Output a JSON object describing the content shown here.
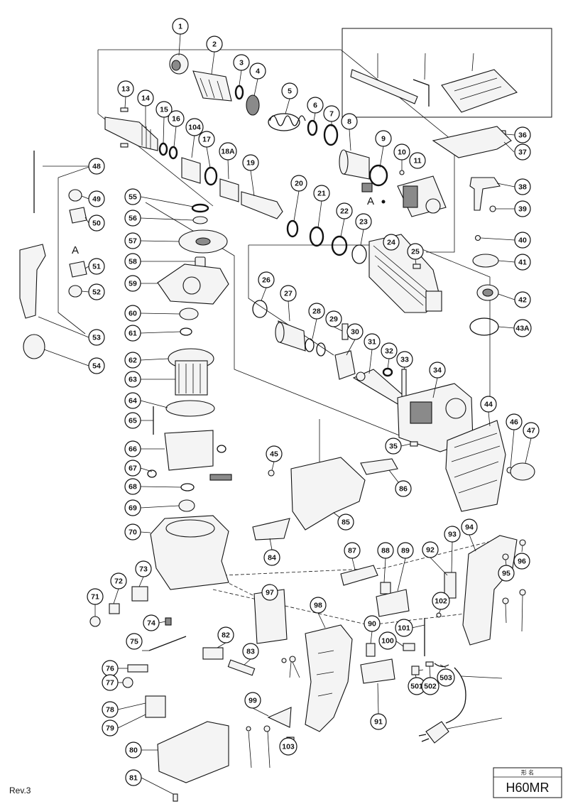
{
  "model": {
    "caption_jp": "形 名",
    "name": "H60MR"
  },
  "revision": "Rev.3",
  "marker_a": "A",
  "callouts": [
    "1",
    "2",
    "3",
    "4",
    "5",
    "6",
    "7",
    "8",
    "9",
    "10",
    "11",
    "13",
    "14",
    "15",
    "16",
    "104",
    "17",
    "18A",
    "19",
    "20",
    "21",
    "22",
    "23",
    "24",
    "25",
    "26",
    "27",
    "28",
    "29",
    "30",
    "31",
    "32",
    "33",
    "34",
    "35",
    "36",
    "37",
    "38",
    "39",
    "40",
    "41",
    "42",
    "43A",
    "44",
    "45",
    "46",
    "47",
    "48",
    "49",
    "50",
    "51",
    "52",
    "53",
    "54",
    "55",
    "56",
    "57",
    "58",
    "59",
    "60",
    "61",
    "62",
    "63",
    "64",
    "65",
    "66",
    "67",
    "68",
    "69",
    "70",
    "71",
    "72",
    "73",
    "74",
    "75",
    "76",
    "77",
    "78",
    "79",
    "80",
    "81",
    "82",
    "83",
    "84",
    "85",
    "86",
    "87",
    "88",
    "89",
    "90",
    "91",
    "92",
    "93",
    "94",
    "95",
    "96",
    "97",
    "98",
    "99",
    "100",
    "101",
    "102",
    "103",
    "501",
    "502",
    "503"
  ]
}
